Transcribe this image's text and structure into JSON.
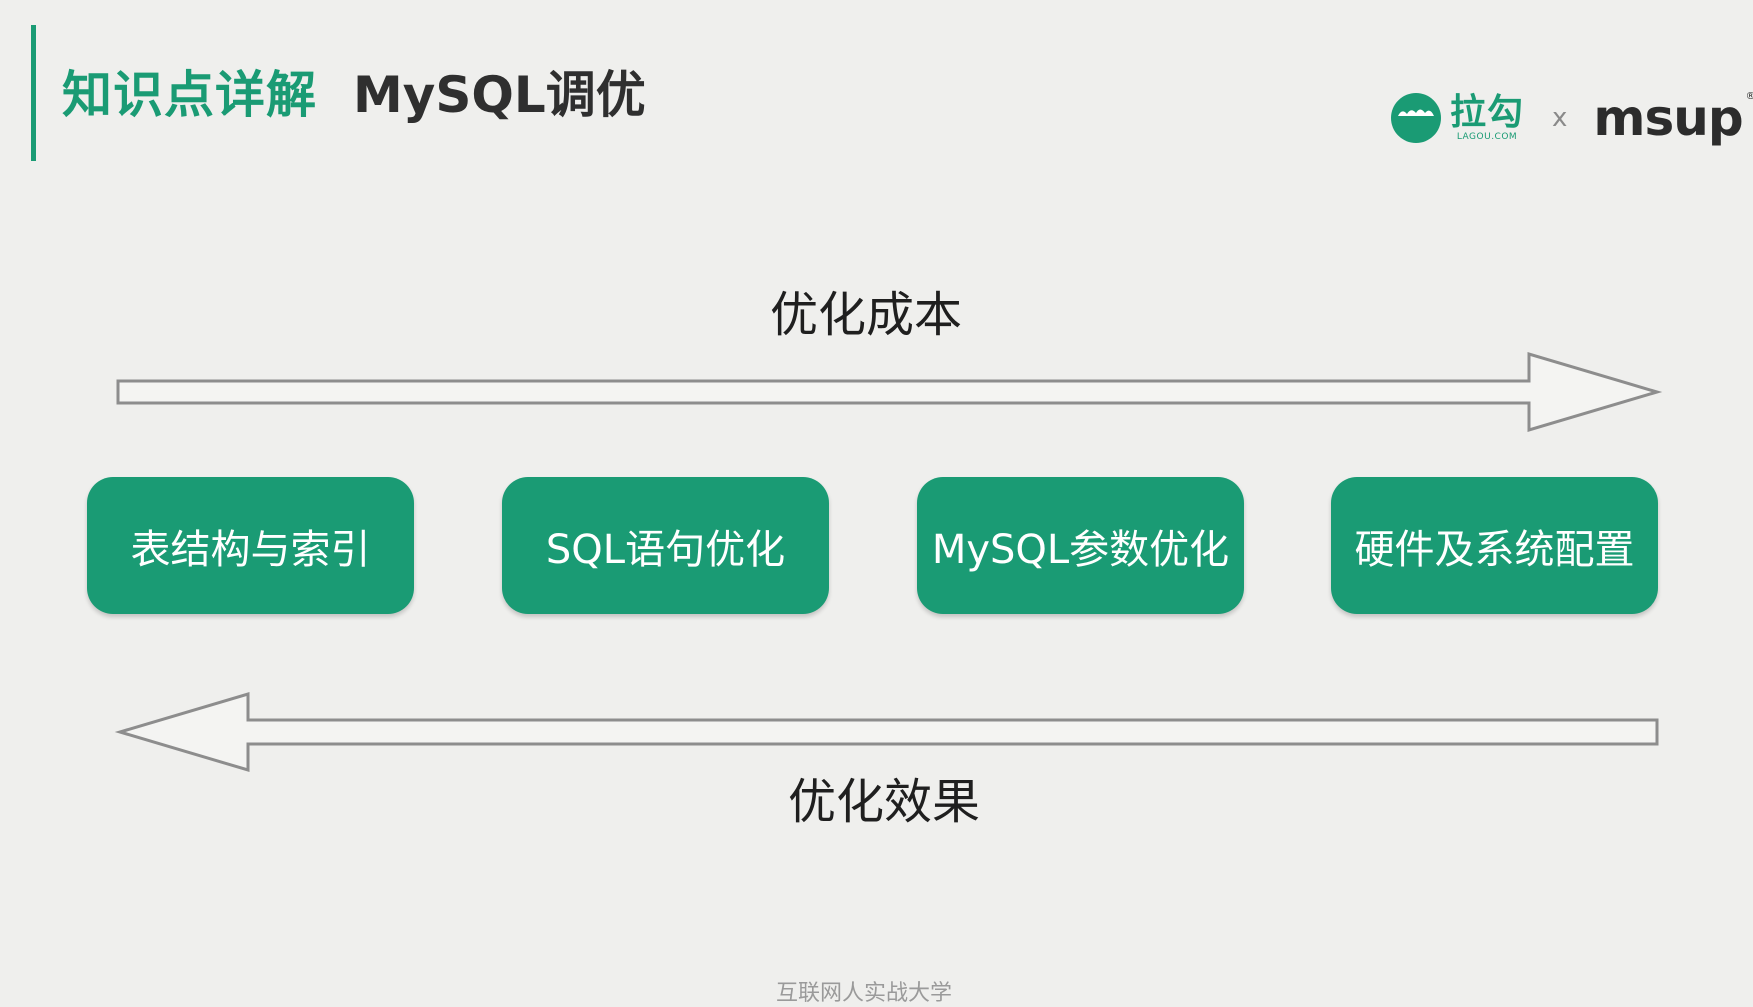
{
  "header": {
    "section_label": "知识点详解",
    "topic": "MySQL调优"
  },
  "logos": {
    "lagou_cn": "拉勾",
    "lagou_en": "LAGOU.COM",
    "separator": "x",
    "msup": "msup",
    "msup_reg": "®"
  },
  "diagram": {
    "top_arrow_label": "优化成本",
    "bottom_arrow_label": "优化效果",
    "steps": [
      {
        "label": "表结构与索引"
      },
      {
        "label": "SQL语句优化"
      },
      {
        "label": "MySQL参数优化"
      },
      {
        "label": "硬件及系统配置"
      }
    ]
  },
  "footer": {
    "text": "互联网人实战大学"
  },
  "colors": {
    "accent": "#1a9b74",
    "background": "#efefed",
    "arrow_stroke": "#8d8d8d"
  }
}
